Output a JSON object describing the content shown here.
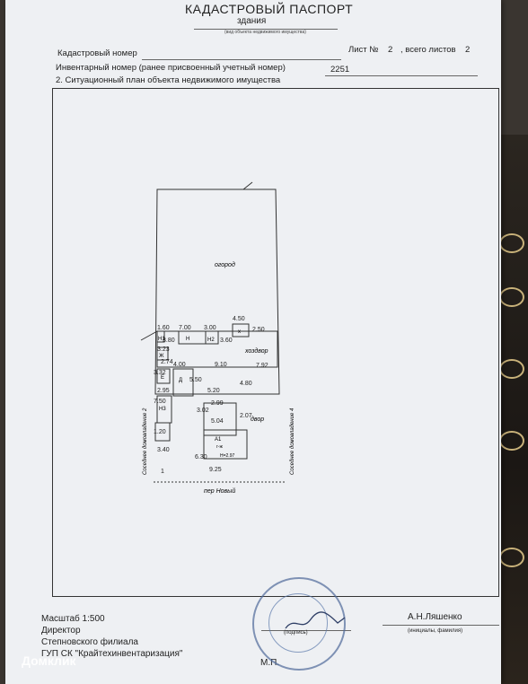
{
  "header": {
    "title": "КАДАСТРОВЫЙ ПАСПОРТ",
    "subtitle": "здания",
    "subnote": "(вид объекта недвижимого имущества)"
  },
  "fields": {
    "cadastral_label": "Кадастровый номер",
    "sheet_label": "Лист №",
    "sheet_number": "2",
    "sheets_total_label": ", всего листов",
    "sheets_total": "2",
    "inventory_label": "Инвентарный номер (ранее присвоенный учетный номер)",
    "inventory_value": "2251",
    "section_title": "2. Ситуационный план объекта недвижимого имущества"
  },
  "plan": {
    "label_garden": "огород",
    "label_yard_h": "хоздвор",
    "label_yard": "двор",
    "label_street": "пер Новый",
    "label_left_neighbor": "Соседнее домовладение 2",
    "label_right_neighbor": "Соседнее домовладение 4",
    "label_n": "Н",
    "label_n2": "Н2",
    "label_n1": "Н1",
    "label_n3": "Н3",
    "label_zh": "Ж",
    "label_e": "Е",
    "label_d": "Д",
    "label_a1": "А1",
    "label_a_sub": "г-ж",
    "label_h": "Н=2.97",
    "label_nw": "х",
    "dims": {
      "d1": "1.60",
      "d2": "7.00",
      "d3": "3.00",
      "d4": "4.50",
      "d5": "2.50",
      "d6": "3.60",
      "d7": "3.80",
      "d8": "3.23",
      "d9": "2.74",
      "d10": "4.00",
      "d11": "9.10",
      "d12": "7.92",
      "d13": "5.50",
      "d14": "4.80",
      "d15": "3.32",
      "d16": "2.95",
      "d17": "5.20",
      "d18": "7.50",
      "d19": "3.02",
      "d20": "2.99",
      "d21": "5.04",
      "d22": "2.07",
      "d23": "1.20",
      "d24": "3.40",
      "d25": "6.30",
      "d26": "9.25",
      "d27": "1"
    }
  },
  "footer": {
    "scale": "Масштаб 1:500",
    "director": "Директор",
    "branch": "Степновского филиала",
    "org": "ГУП СК \"Крайтехинвентаризация\"",
    "mp": "М.П.",
    "signature_name": "А.Н.Ляшенко",
    "sig_note": "(подпись)",
    "init_note": "(инициалы, фамилия)"
  },
  "watermark": "Домклик"
}
